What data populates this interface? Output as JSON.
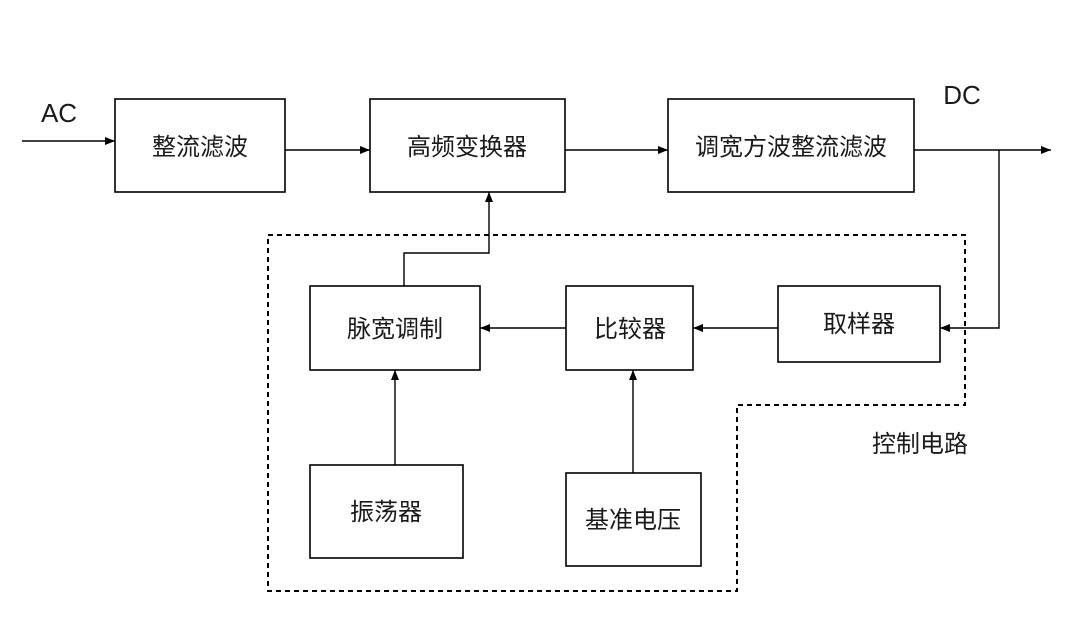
{
  "labels": {
    "ac": "AC",
    "dc": "DC",
    "control_circuit": "控制电路"
  },
  "blocks": {
    "rectifier_filter": "整流滤波",
    "hf_converter": "高频变换器",
    "pwm_rectifier_filter": "调宽方波整流滤波",
    "pwm_modulator": "脉宽调制",
    "comparator": "比较器",
    "sampler": "取样器",
    "oscillator": "振荡器",
    "reference_voltage": "基准电压"
  }
}
